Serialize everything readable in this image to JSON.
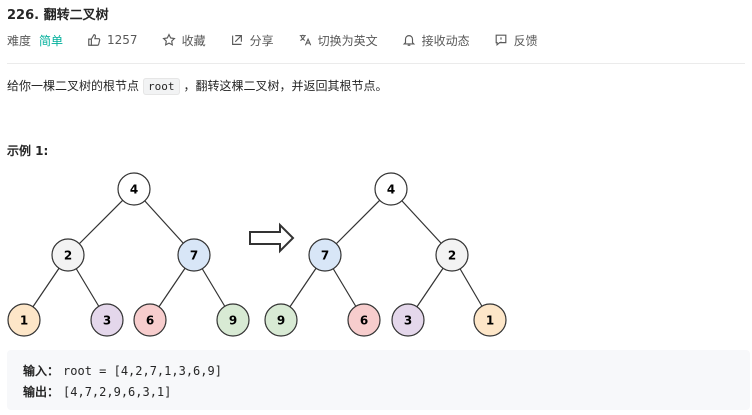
{
  "problem": {
    "title": "226. 翻转二叉树"
  },
  "toolbar": {
    "difficulty_label": "难度",
    "difficulty_value": "简单",
    "likes": "1257",
    "favorite_label": "收藏",
    "share_label": "分享",
    "switch_lang_label": "切换为英文",
    "notify_label": "接收动态",
    "feedback_label": "反馈",
    "icons": [
      "thumbs-up-icon",
      "star-icon",
      "share-icon",
      "translate-icon",
      "bell-icon",
      "feedback-icon"
    ]
  },
  "description": {
    "before_code": "给你一棵二叉树的根节点",
    "code": "root",
    "after_code": "，翻转这棵二叉树，并返回其根节点。"
  },
  "example": {
    "title": "示例 1:",
    "input_label": "输入：",
    "input_value": "root = [4,2,7,1,3,6,9]",
    "output_label": "输出：",
    "output_value": "[4,7,2,9,6,3,1]"
  },
  "trees": {
    "left": [
      "4",
      "2",
      "7",
      "1",
      "3",
      "6",
      "9"
    ],
    "right": [
      "4",
      "7",
      "2",
      "9",
      "6",
      "3",
      "1"
    ]
  },
  "node_colors": {
    "4": "#ffffff",
    "2": "#f3f3f3",
    "7": "#d8e6f7",
    "1": "#fde6c8",
    "3": "#e4d7eb",
    "6": "#f7cdcd",
    "9": "#d8ead4"
  },
  "colors": {
    "easy": "#00af9b",
    "node_stroke": "#333333",
    "code_bg": "#f7f8fa"
  }
}
